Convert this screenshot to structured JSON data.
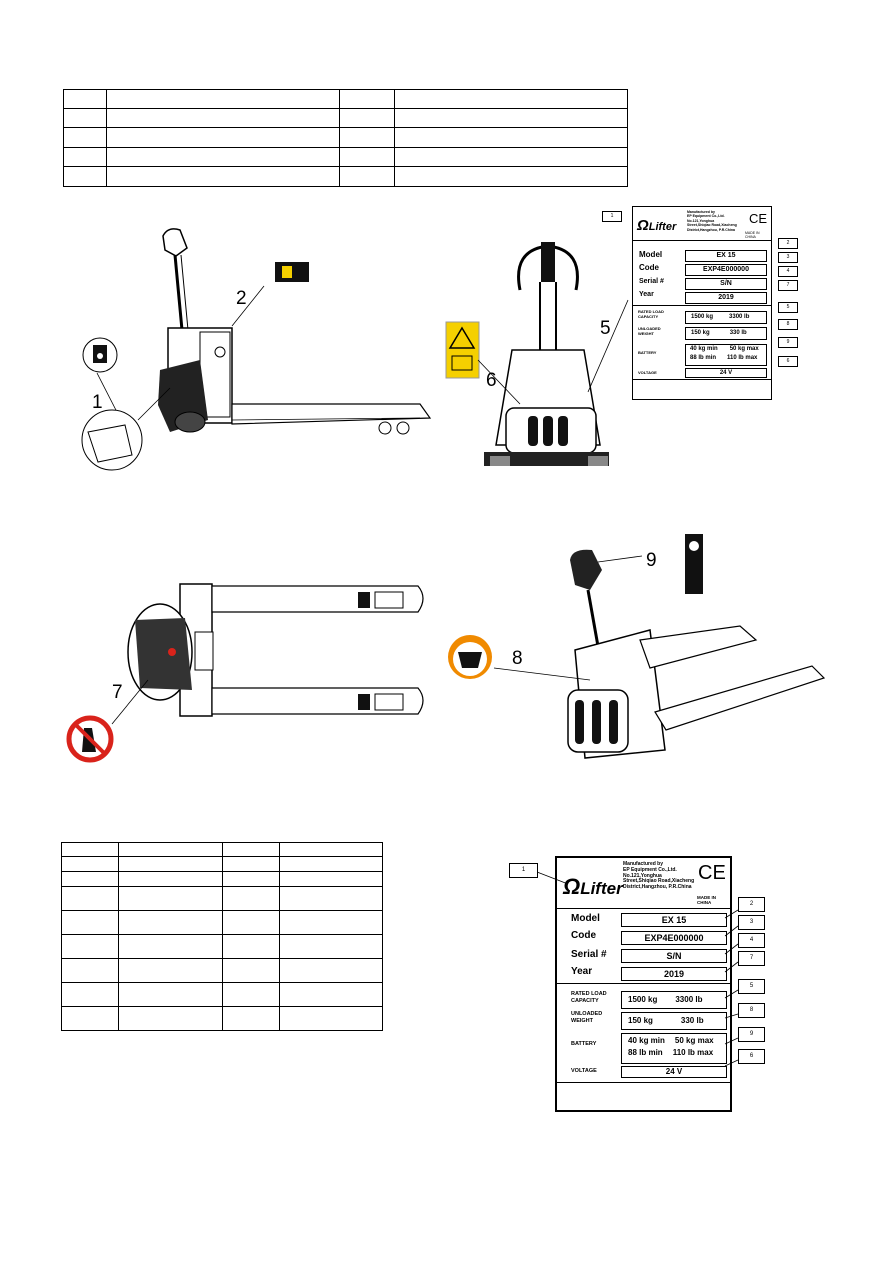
{
  "callouts": {
    "n1": "1",
    "n2": "2",
    "n5": "5",
    "n6": "6",
    "n7": "7",
    "n8": "8",
    "n9": "9"
  },
  "plate": {
    "manufacturer": "Manufactured by\nEP Equipment Co.,Ltd.\nNo.121,Yonghua\nStreet,Shiqiao Road,Xiacheng\nDistrict,Hangzhou, P.R.China",
    "brand": "Lifter",
    "ce": "CE",
    "made_in": "MADE IN CHINA",
    "model_label": "Model",
    "model_value": "EX 15",
    "code_label": "Code",
    "code_value": "EXP4E000000",
    "serial_label": "Serial #",
    "serial_value": "S/N",
    "year_label": "Year",
    "year_value": "2019",
    "rated_label": "RATED LOAD\nCAPACITY",
    "rated_kg": "1500 kg",
    "rated_lb": "3300 lb",
    "unloaded_label": "UNLOADED\nWEIGHT",
    "unloaded_kg": "150 kg",
    "unloaded_lb": "330 lb",
    "battery_label": "BATTERY",
    "battery_kg_min": "40 kg min",
    "battery_kg_max": "50 kg max",
    "battery_lb_min": "88 lb min",
    "battery_lb_max": "110 lb max",
    "voltage_label": "VOLTAGE",
    "voltage_value": "24 V",
    "tags": [
      "1",
      "2",
      "3",
      "4",
      "7",
      "5",
      "8",
      "9",
      "6"
    ]
  },
  "colors": {
    "warning_yellow": "#f5d000",
    "prohibit_red": "#d9231b",
    "caution_orange": "#f08a00"
  }
}
